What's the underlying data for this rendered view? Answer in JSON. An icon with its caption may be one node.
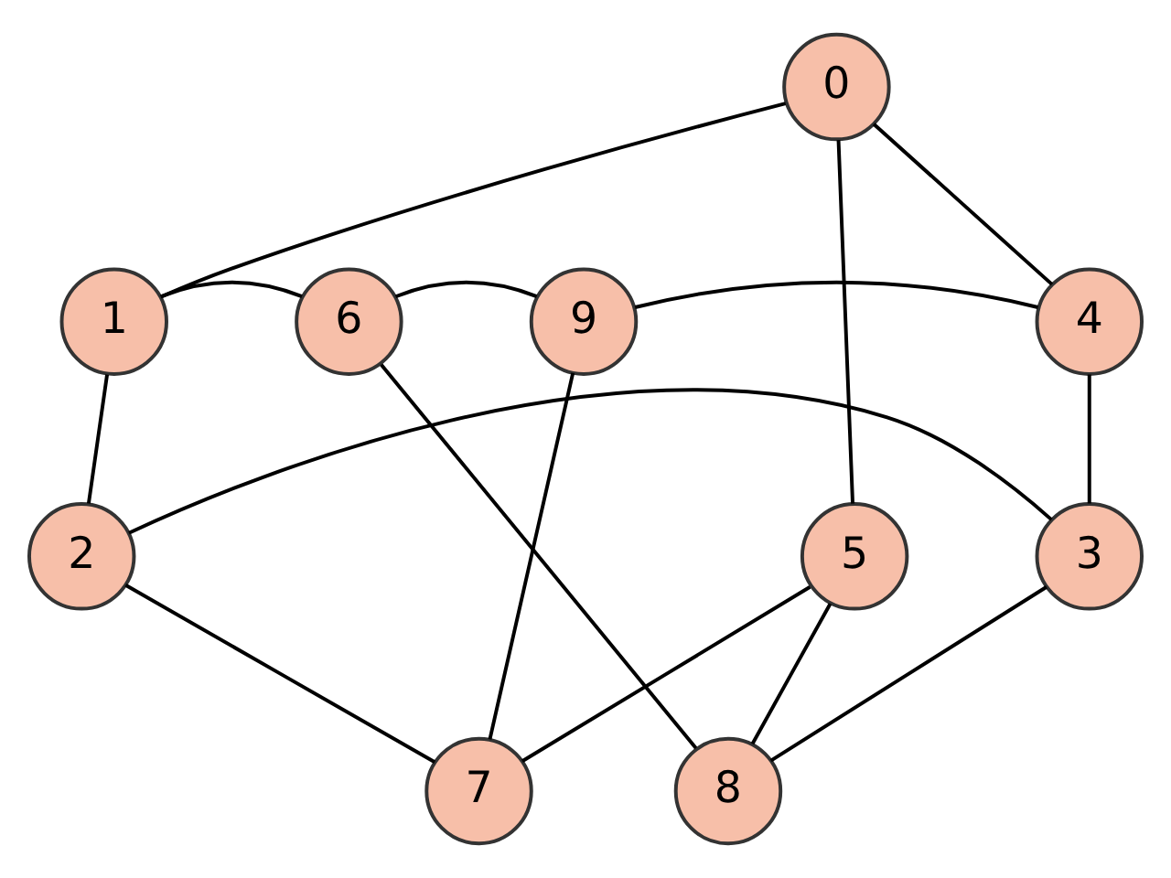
{
  "diagram": {
    "nodes": [
      {
        "text": [
          "0"
        ]
      },
      {
        "text": [
          "1"
        ]
      },
      {
        "text": [
          "2"
        ]
      },
      {
        "text": [
          "3"
        ]
      },
      {
        "text": [
          "4"
        ]
      },
      {
        "text": [
          "5"
        ]
      },
      {
        "text": [
          "6"
        ]
      },
      {
        "text": [
          "7"
        ]
      },
      {
        "text": [
          "8"
        ]
      },
      {
        "text": [
          "9"
        ]
      }
    ],
    "edges": [
      {
        "from": 0,
        "to": 1,
        "arrow": "none"
      },
      {
        "from": 0,
        "to": 4,
        "arrow": "none"
      },
      {
        "from": 0,
        "to": 5,
        "arrow": "none"
      },
      {
        "from": 1,
        "to": 2,
        "arrow": "none"
      },
      {
        "from": 1,
        "to": 6,
        "arrow": "none"
      },
      {
        "from": 2,
        "to": 3,
        "arrow": "none"
      },
      {
        "from": 2,
        "to": 7,
        "arrow": "none"
      },
      {
        "from": 3,
        "to": 4,
        "arrow": "none"
      },
      {
        "from": 3,
        "to": 8,
        "arrow": "none"
      },
      {
        "from": 4,
        "to": 9,
        "arrow": "none"
      },
      {
        "from": 5,
        "to": 7,
        "arrow": "none"
      },
      {
        "from": 5,
        "to": 8,
        "arrow": "none"
      },
      {
        "from": 6,
        "to": 8,
        "arrow": "none"
      },
      {
        "from": 6,
        "to": 9,
        "arrow": "none"
      },
      {
        "from": 7,
        "to": 9,
        "arrow": "none"
      }
    ]
  }
}
